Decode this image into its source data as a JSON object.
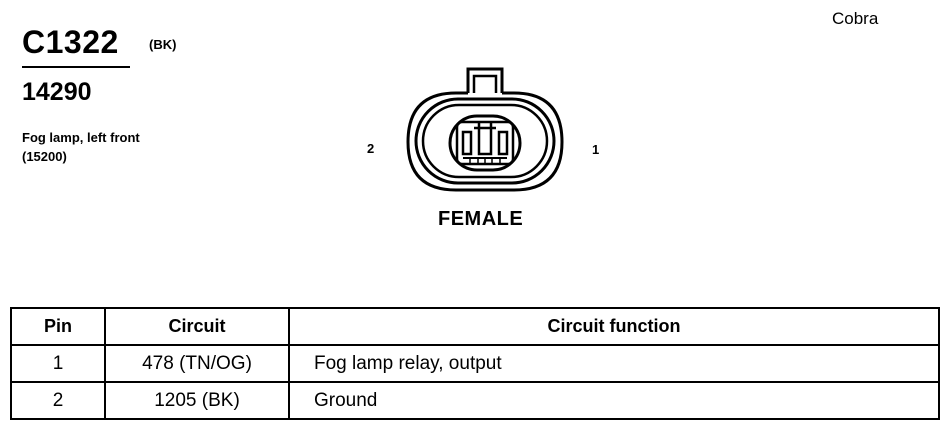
{
  "connector": {
    "id": "C1322",
    "color_code": "(BK)",
    "part_number": "14290",
    "description_line1": "Fog lamp, left front",
    "description_line2": "(15200)",
    "model": "Cobra",
    "gender": "FEMALE",
    "pin_labels": {
      "left": "2",
      "right": "1"
    }
  },
  "table": {
    "headers": [
      "Pin",
      "Circuit",
      "Circuit function"
    ],
    "rows": [
      {
        "pin": "1",
        "circuit": "478 (TN/OG)",
        "function": "Fog lamp relay, output"
      },
      {
        "pin": "2",
        "circuit": "1205 (BK)",
        "function": "Ground"
      }
    ]
  }
}
